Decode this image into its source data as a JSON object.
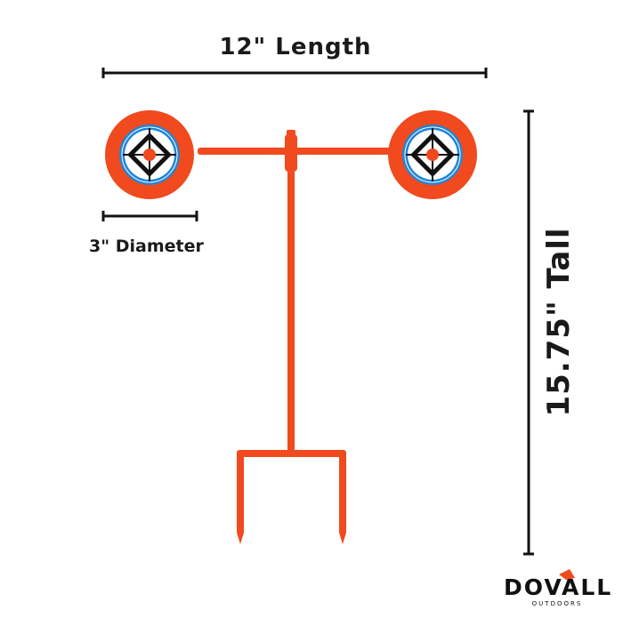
{
  "labels": {
    "length": "12\" Length",
    "diameter": "3\" Diameter",
    "tall": "15.75\" Tall"
  },
  "brand": {
    "name": "DOVALL",
    "sub": "OUTDOORS"
  },
  "colors": {
    "target_orange": "#f04a1e",
    "ring_blue": "#1f86d8",
    "ink": "#111111",
    "background": "#ffffff"
  }
}
